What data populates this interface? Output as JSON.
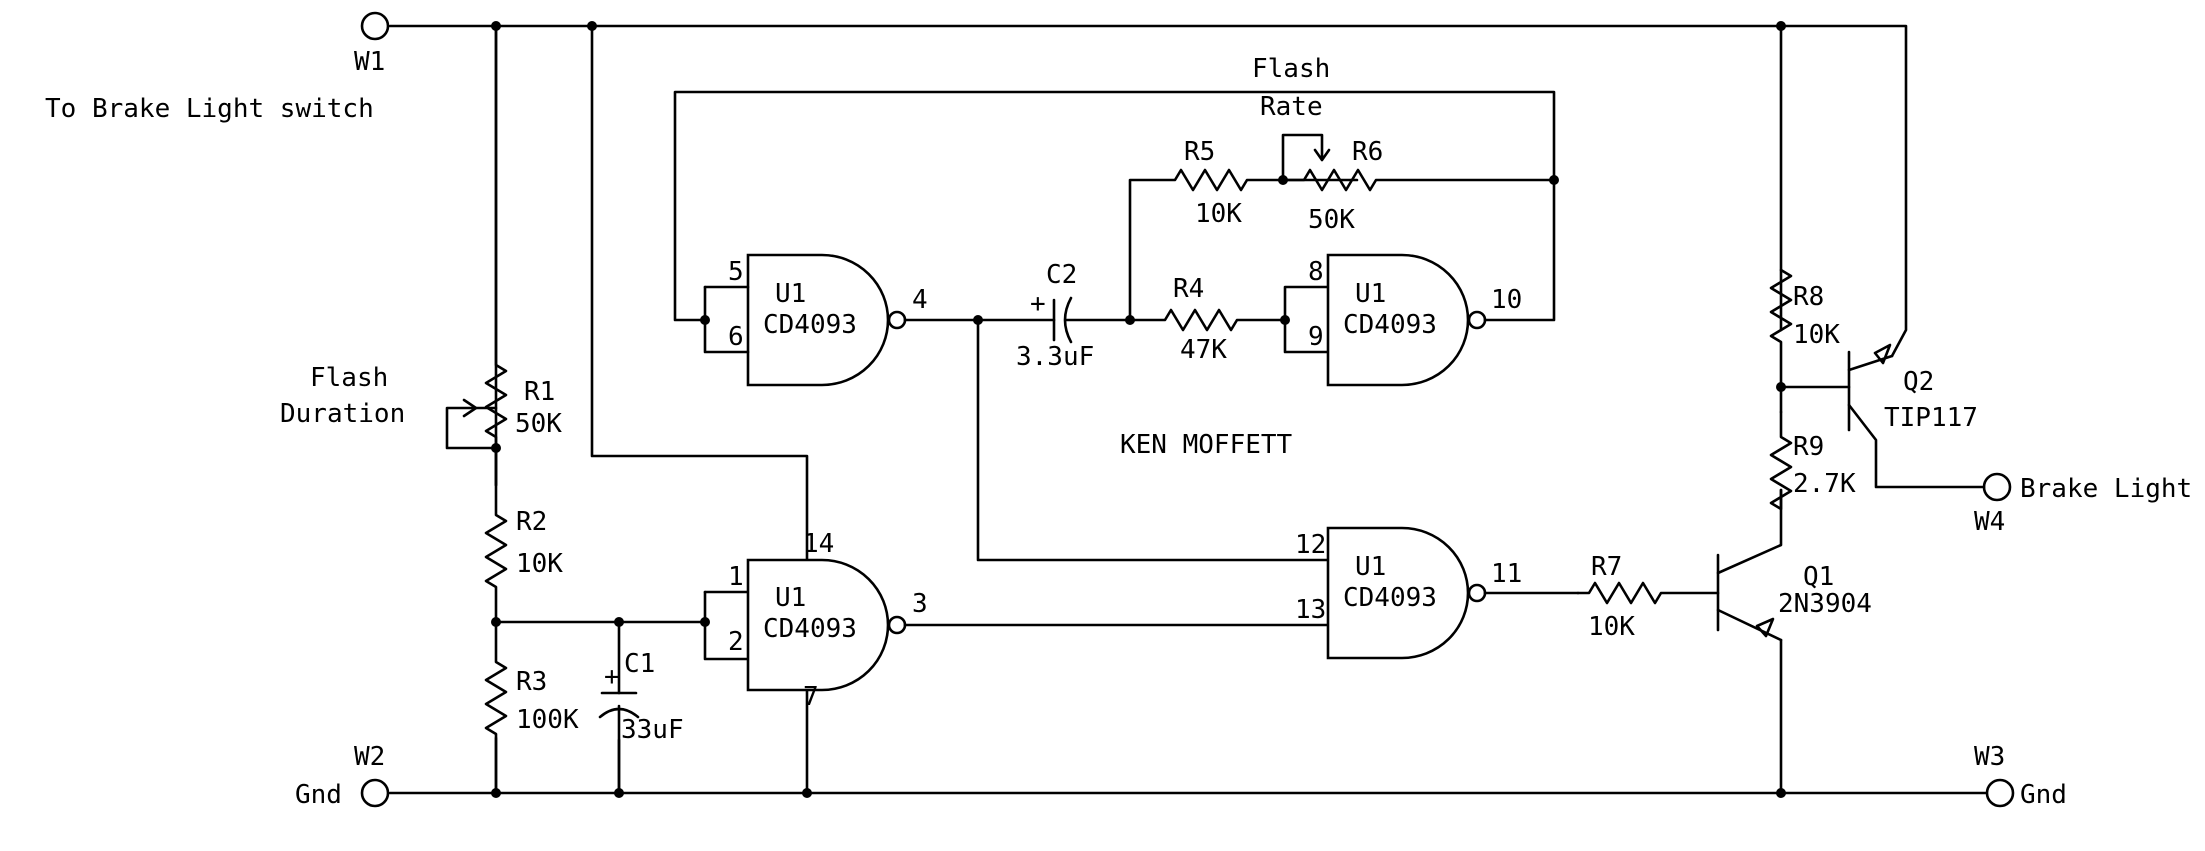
{
  "author": "KEN MOFFETT",
  "terminals": {
    "w1": "W1",
    "w1_desc": "To Brake Light switch",
    "w2": "W2",
    "w2_desc": "Gnd",
    "w3": "W3",
    "w3_desc": "Gnd",
    "w4": "W4",
    "w4_desc": "Brake Light"
  },
  "gates": {
    "a": {
      "ref": "U1",
      "part": "CD4093",
      "in1": "1",
      "in2": "2",
      "out": "3",
      "vdd": "14",
      "vss": "7"
    },
    "b": {
      "ref": "U1",
      "part": "CD4093",
      "in1": "5",
      "in2": "6",
      "out": "4"
    },
    "c": {
      "ref": "U1",
      "part": "CD4093",
      "in1": "8",
      "in2": "9",
      "out": "10"
    },
    "d": {
      "ref": "U1",
      "part": "CD4093",
      "in1": "12",
      "in2": "13",
      "out": "11"
    }
  },
  "components": {
    "r1": {
      "ref": "R1",
      "value": "50K"
    },
    "r2": {
      "ref": "R2",
      "value": "10K"
    },
    "r3": {
      "ref": "R3",
      "value": "100K"
    },
    "r4": {
      "ref": "R4",
      "value": "47K"
    },
    "r5": {
      "ref": "R5",
      "value": "10K"
    },
    "r6": {
      "ref": "R6",
      "value": "50K"
    },
    "r7": {
      "ref": "R7",
      "value": "10K"
    },
    "r8": {
      "ref": "R8",
      "value": "10K"
    },
    "r9": {
      "ref": "R9",
      "value": "2.7K"
    },
    "c1": {
      "ref": "C1",
      "value": "33uF",
      "polarity": "+"
    },
    "c2": {
      "ref": "C2",
      "value": "3.3uF",
      "polarity": "+"
    },
    "q1": {
      "ref": "Q1",
      "part": "2N3904"
    },
    "q2": {
      "ref": "Q2",
      "part": "TIP117"
    }
  },
  "labels": {
    "flash_rate_1": "Flash",
    "flash_rate_2": "Rate",
    "flash_duration_1": "Flash",
    "flash_duration_2": "Duration"
  }
}
